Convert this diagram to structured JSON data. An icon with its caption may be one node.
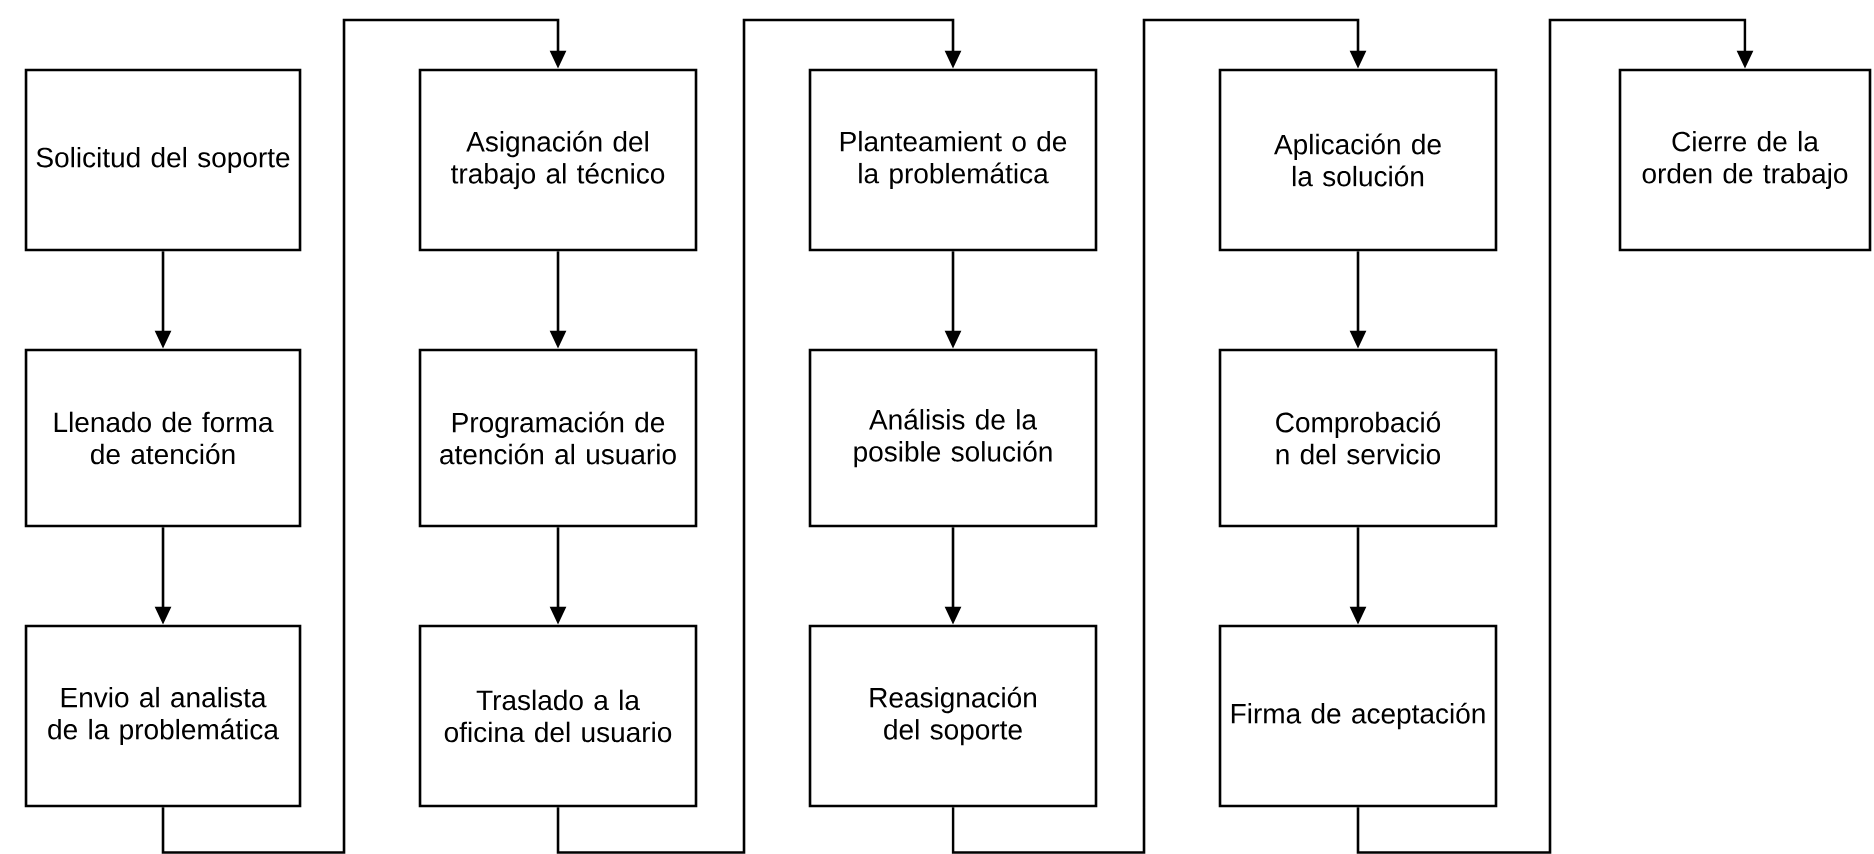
{
  "diagram": {
    "nodes": [
      {
        "text": [
          "Solicitud del soporte"
        ]
      },
      {
        "text": [
          "Llenado de forma de atención"
        ]
      },
      {
        "text": [
          "Envio al analista de la problemática"
        ]
      },
      {
        "text": [
          "Asignación del trabajo al técnico"
        ]
      },
      {
        "text": [
          "Programación de atención al usuario"
        ]
      },
      {
        "text": [
          "Traslado a la oficina del usuario"
        ]
      },
      {
        "text": [
          "Planteamient o de la problemática"
        ]
      },
      {
        "text": [
          "Análisis de la posible solución"
        ]
      },
      {
        "text": [
          "Reasignación del soporte"
        ]
      },
      {
        "text": [
          "Aplicación de la solución"
        ]
      },
      {
        "text": [
          "Comprobació n del servicio"
        ]
      },
      {
        "text": [
          "Firma de aceptación"
        ]
      },
      {
        "text": [
          "Cierre de la orden de trabajo"
        ]
      }
    ],
    "edges": [
      {
        "from": 0,
        "to": 1,
        "arrow": "to"
      },
      {
        "from": 1,
        "to": 2,
        "arrow": "to"
      },
      {
        "from": 2,
        "to": 3,
        "arrow": "to"
      },
      {
        "from": 3,
        "to": 4,
        "arrow": "to"
      },
      {
        "from": 4,
        "to": 5,
        "arrow": "to"
      },
      {
        "from": 5,
        "to": 6,
        "arrow": "to"
      },
      {
        "from": 6,
        "to": 7,
        "arrow": "to"
      },
      {
        "from": 7,
        "to": 8,
        "arrow": "to"
      },
      {
        "from": 8,
        "to": 9,
        "arrow": "to"
      },
      {
        "from": 9,
        "to": 10,
        "arrow": "to"
      },
      {
        "from": 10,
        "to": 11,
        "arrow": "to"
      },
      {
        "from": 11,
        "to": 12,
        "arrow": "to"
      }
    ]
  }
}
